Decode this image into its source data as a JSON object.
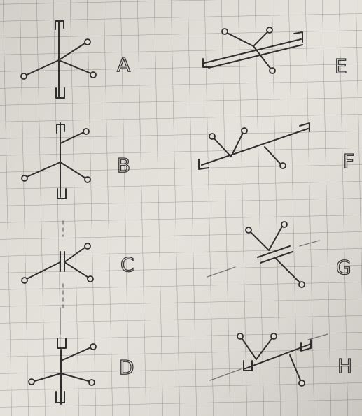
{
  "labels": {
    "A": "A",
    "B": "B",
    "C": "C",
    "D": "D",
    "E": "E",
    "F": "F",
    "G": "G",
    "H": "H"
  },
  "colors": {
    "paper": "#e4e1da",
    "grid": "#9a9893",
    "ink": "#2f2f2f"
  }
}
